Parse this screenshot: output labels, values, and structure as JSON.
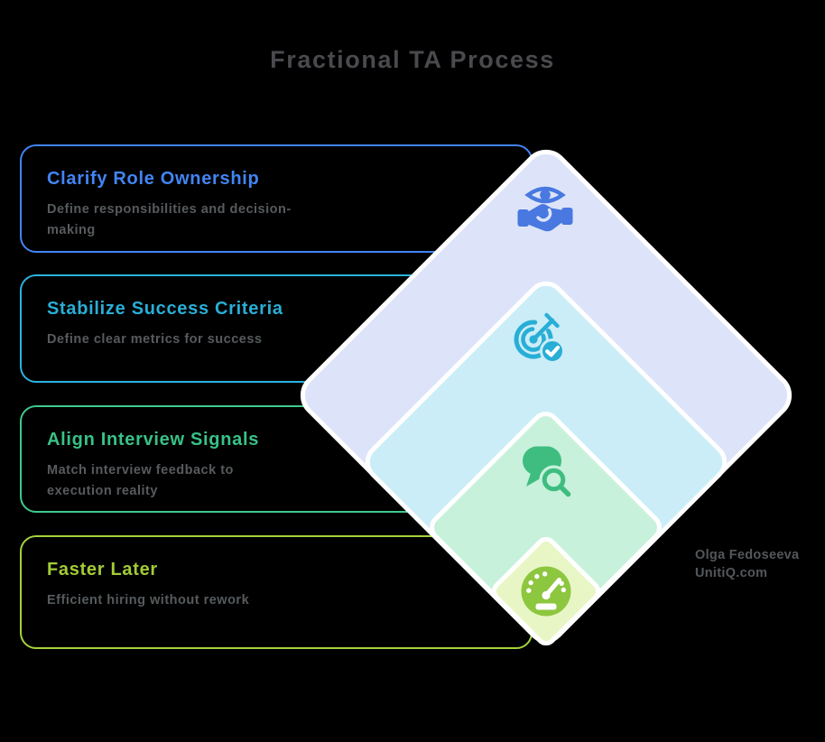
{
  "page": {
    "title": "Fractional TA Process",
    "background_color": "#000000",
    "title_color": "#4a4a4e"
  },
  "steps": [
    {
      "title": "Clarify Role Ownership",
      "description": "Define responsibilities and decision-\nmaking",
      "accent_color": "#4285f4",
      "diamond_fill": "#dde4f9",
      "icon": "oversight-handshake-icon",
      "icon_color": "#4878e0"
    },
    {
      "title": "Stabilize Success Criteria",
      "description": "Define clear metrics for success",
      "accent_color": "#2ab4de",
      "diamond_fill": "#cbedf8",
      "icon": "target-check-icon",
      "icon_color": "#29aed6"
    },
    {
      "title": "Align Interview Signals",
      "description": "Match interview feedback to\nexecution reality",
      "accent_color": "#3fc98b",
      "diamond_fill": "#c7f1da",
      "icon": "chat-search-icon",
      "icon_color": "#3fbd81"
    },
    {
      "title": "Faster Later",
      "description": "Efficient hiring without rework",
      "accent_color": "#a6d13c",
      "diamond_fill": "#e8f6c6",
      "icon": "speedometer-icon",
      "icon_color": "#8dc63f"
    }
  ],
  "text_colors": {
    "description": "#575b5e"
  },
  "attribution": {
    "author": "Olga Fedoseeva",
    "website": "UnitiQ.com",
    "color": "#54585b"
  }
}
